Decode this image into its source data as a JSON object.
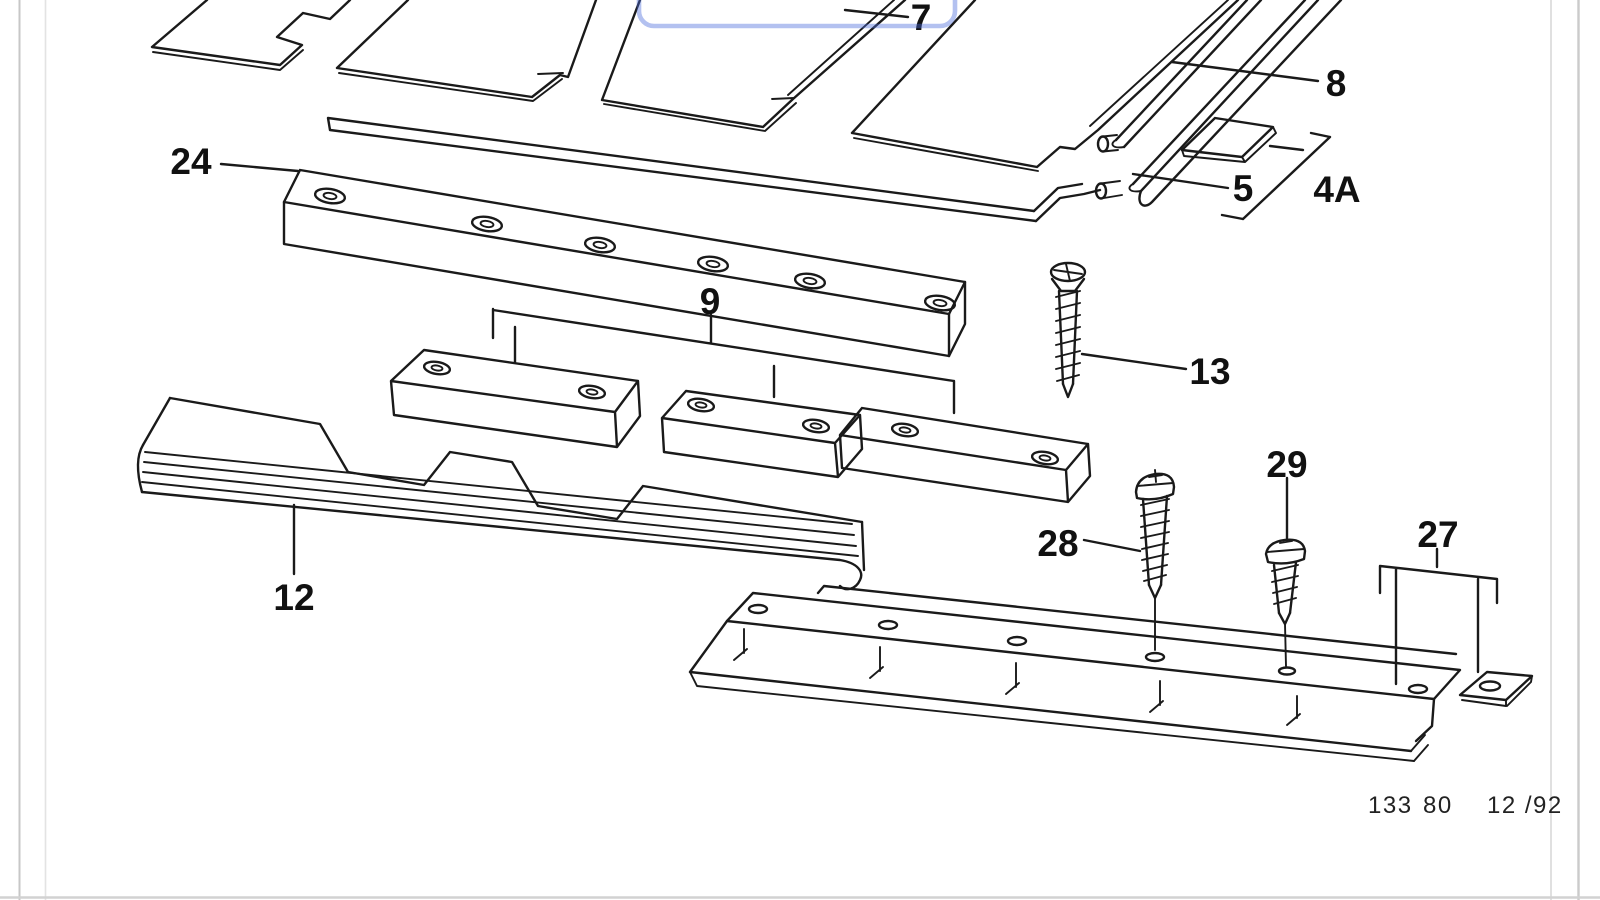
{
  "page": {
    "background": "#ffffff",
    "frame_color": "#d2d2d2",
    "footer": {
      "sheet": "133",
      "group": "80",
      "date": "12 /92"
    }
  },
  "figure": {
    "type": "exploded-parts-diagram",
    "line_color": "#1a1a1a",
    "highlight": {
      "color": "#4a6cdb",
      "highlighted_callout": "7"
    },
    "callouts": [
      {
        "id": "c7",
        "label": "7"
      },
      {
        "id": "c8",
        "label": "8"
      },
      {
        "id": "c24",
        "label": "24"
      },
      {
        "id": "c5",
        "label": "5"
      },
      {
        "id": "c4a",
        "label": "4A"
      },
      {
        "id": "c9",
        "label": "9"
      },
      {
        "id": "c13",
        "label": "13"
      },
      {
        "id": "c12",
        "label": "12"
      },
      {
        "id": "c28",
        "label": "28"
      },
      {
        "id": "c29",
        "label": "29"
      },
      {
        "id": "c27",
        "label": "27"
      }
    ]
  }
}
